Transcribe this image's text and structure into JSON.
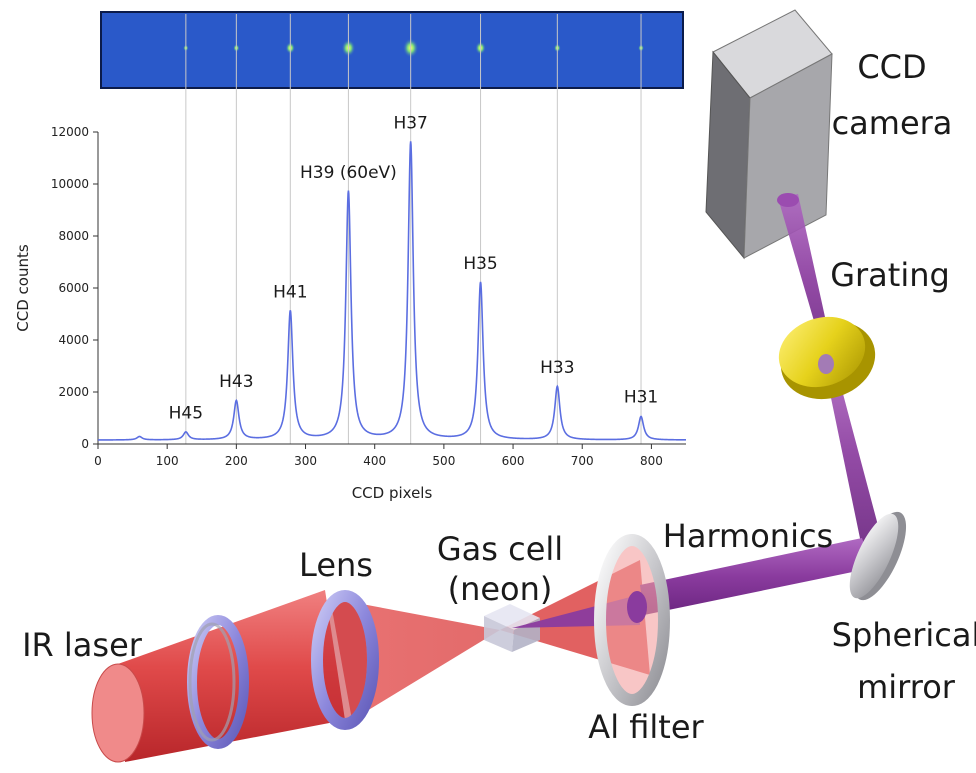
{
  "labels": {
    "ccd_camera_line1": "CCD",
    "ccd_camera_line2": "camera",
    "grating": "Grating",
    "harmonics": "Harmonics",
    "spherical_mirror_line1": "Spherical",
    "spherical_mirror_line2": "mirror",
    "al_filter": "Al filter",
    "gas_cell_line1": "Gas cell",
    "gas_cell_line2": "(neon)",
    "lens": "Lens",
    "ir_laser": "IR laser"
  },
  "colors": {
    "laser_red": "#d9383a",
    "harmonics_purple": "#8a3b9e",
    "ccd_strip_blue": "#2a59c9",
    "spectrum_line": "#5b6ee1",
    "grating_yellow": "#e6d21c"
  },
  "chart_data": {
    "type": "line",
    "xlabel": "CCD pixels",
    "ylabel": "CCD counts",
    "xlim": [
      0,
      850
    ],
    "ylim": [
      0,
      12000
    ],
    "x_ticks": [
      0,
      100,
      200,
      300,
      400,
      500,
      600,
      700,
      800
    ],
    "y_ticks": [
      0,
      2000,
      4000,
      6000,
      8000,
      10000,
      12000
    ],
    "baseline": 150,
    "peaks": [
      {
        "label": "H45",
        "x": 127,
        "y": 450
      },
      {
        "label": "H43",
        "x": 200,
        "y": 1650
      },
      {
        "label": "H41",
        "x": 278,
        "y": 5100
      },
      {
        "label": "H39 (60eV)",
        "x": 362,
        "y": 9700
      },
      {
        "label": "H37",
        "x": 452,
        "y": 11600
      },
      {
        "label": "H35",
        "x": 553,
        "y": 6200
      },
      {
        "label": "H33",
        "x": 664,
        "y": 2200
      },
      {
        "label": "H31",
        "x": 785,
        "y": 1050
      }
    ],
    "small_bump": {
      "x": 60,
      "y": 280
    }
  }
}
